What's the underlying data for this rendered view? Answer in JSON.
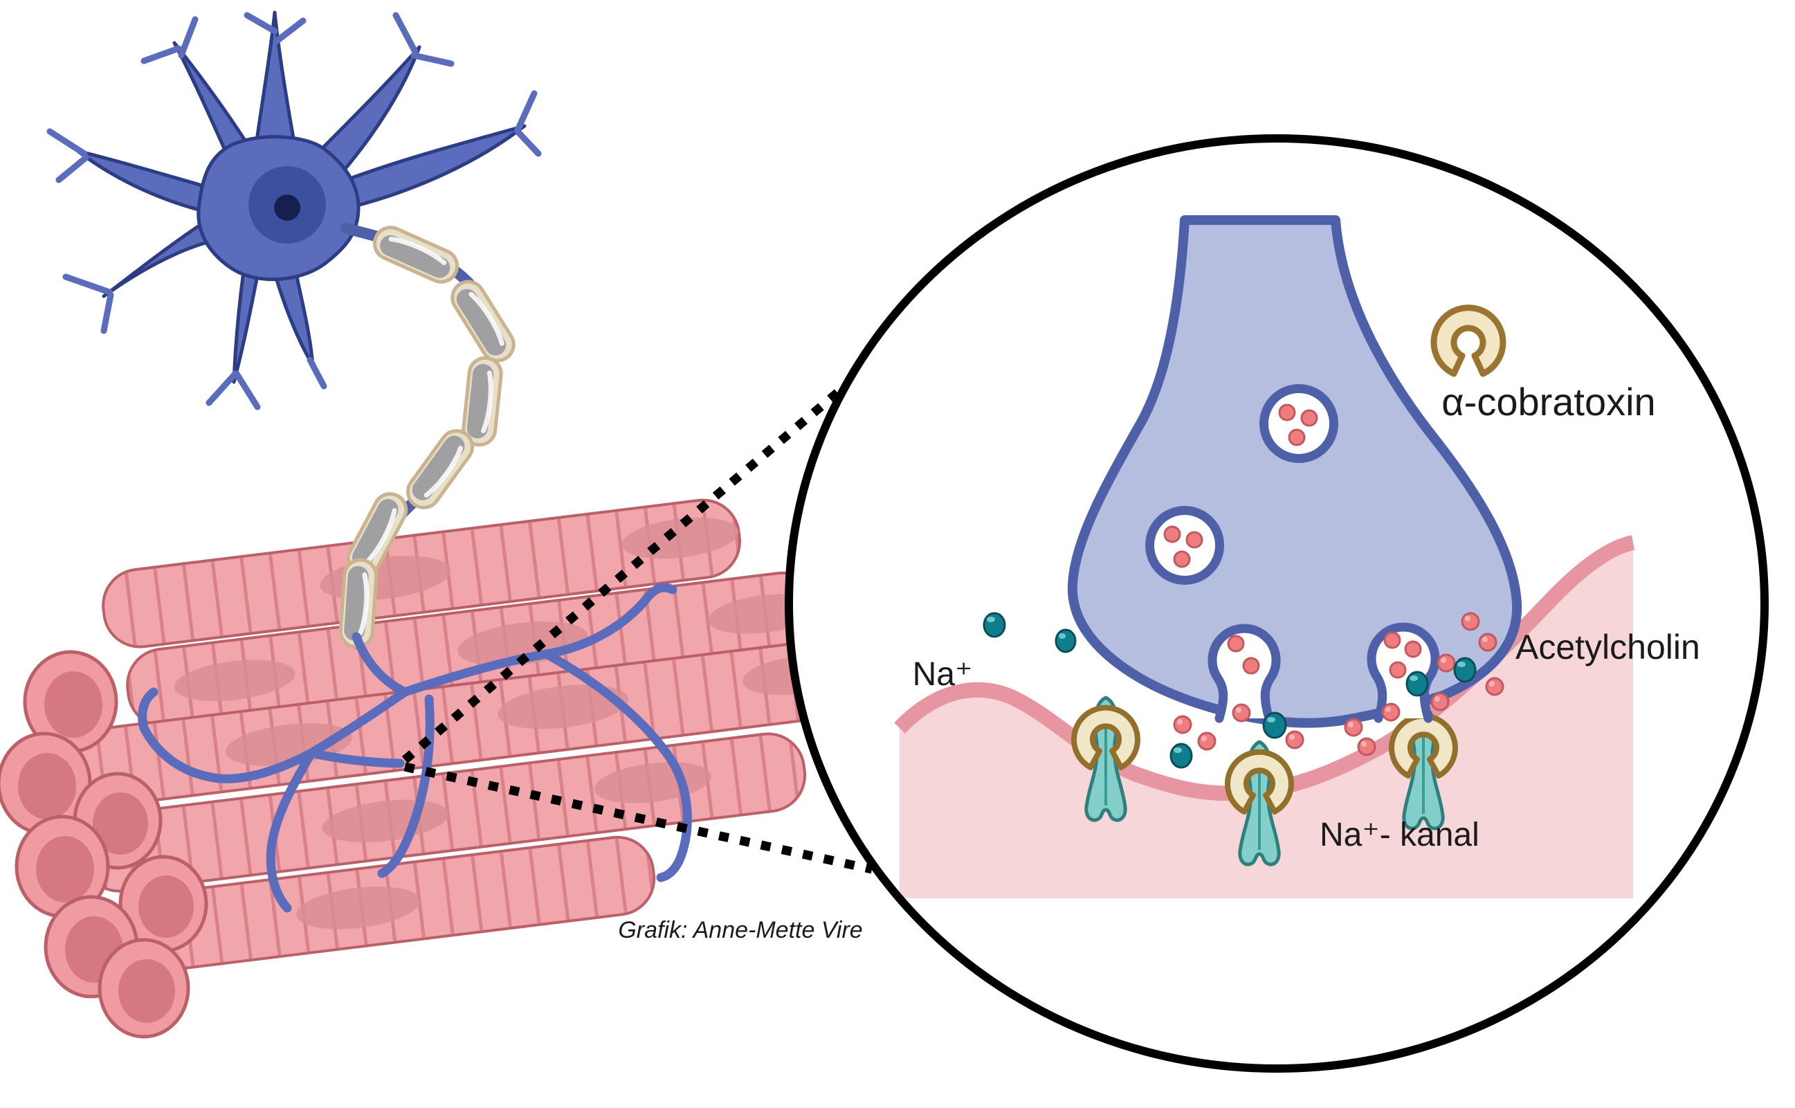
{
  "figure": {
    "type": "biology-diagram",
    "subject": "neuromuscular junction with alpha-cobratoxin",
    "labels": {
      "cobratoxin": "α-cobratoxin",
      "acetylcholine": "Acetylcholin",
      "sodium_ion": "Na⁺",
      "sodium_channel": "Na⁺- kanal"
    },
    "credit": "Grafik: Anne-Mette Vire",
    "icons": [
      "neuron-icon",
      "myelin-sheath-icon",
      "muscle-fiber-bundle-icon",
      "nerve-branches-icon",
      "magnifier-circle-icon",
      "axon-terminal-icon",
      "synaptic-vesicle-icon",
      "vesicle-fusion-pocket-icon",
      "cobratoxin-icon",
      "acetylcholine-molecule-icon",
      "sodium-ion-icon",
      "sodium-channel-receptor-icon"
    ],
    "colors": {
      "text-color": "#1a1a1a",
      "neuron-fill": "#5a6cbb",
      "neuron-outline": "#2c3c85",
      "nucleus-fill": "#3d50a0",
      "nucleolus-fill": "#16204f",
      "bulb-fill": "#b6bedf",
      "bulb-border": "#4e60a8",
      "muscle-fill": "#f1a6ab",
      "muscle-line": "#c4646e",
      "muscle-outline": "#bb5f68",
      "muscle-nucleus": "#da8c92",
      "cap-fill": "#ef9ba1",
      "cap-inner": "#d67881",
      "membrane-fill": "#f7d6d9",
      "membrane-edge": "#e795a0",
      "receptor-fill": "#f0e6c8",
      "receptor-border": "#92702c",
      "channel-fill": "#84cfca",
      "channel-line": "#3a9b96",
      "channel-border": "#2f7f7d",
      "na-fill": "#0e7d8c",
      "na-border": "#094f5a",
      "na-highlight": "#6ec6d2",
      "ach-fill": "#ed7d7f",
      "ach-border": "#c2595e",
      "ach-highlight": "#f6b3b4",
      "myelin-shell": "#e8dfc9",
      "myelin-shell-border": "#c9b48f",
      "myelin-core": "#a0a0a2",
      "toxin-fill": "#f2e6c5",
      "toxin-border": "#9a7430",
      "lens-border": "#000000"
    }
  }
}
